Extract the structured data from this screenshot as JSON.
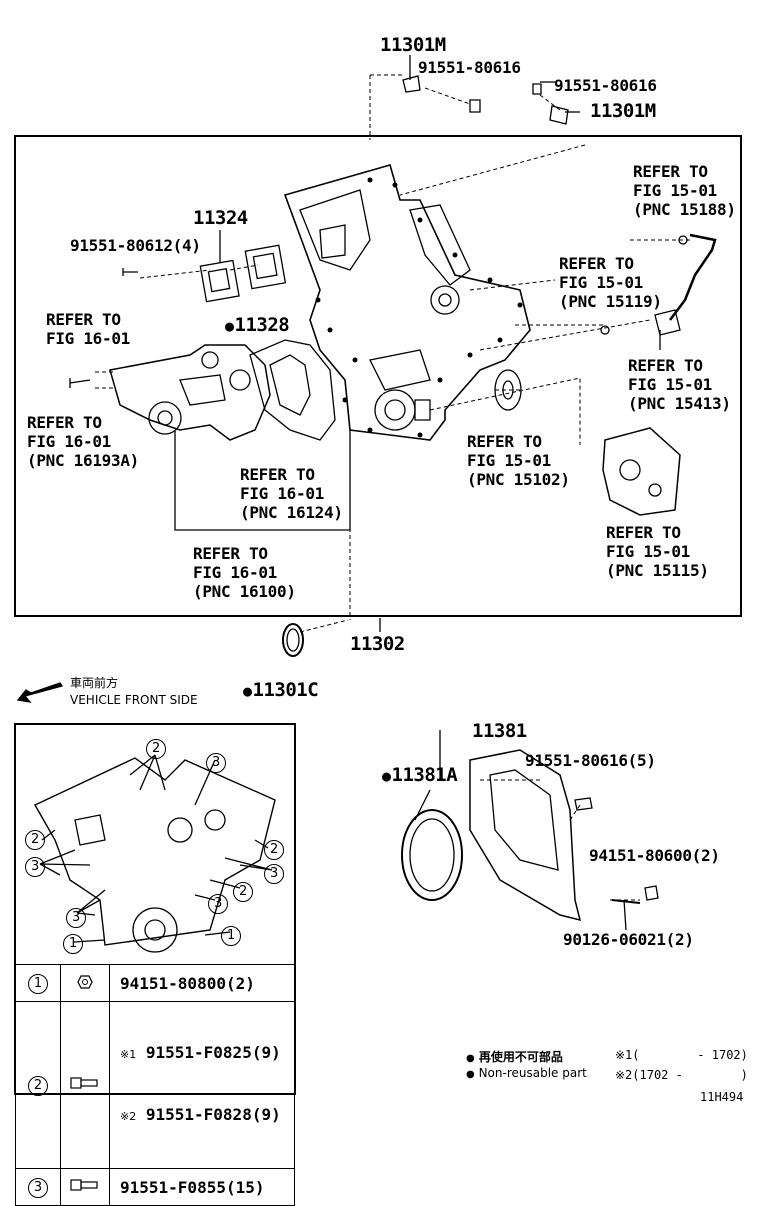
{
  "labels": {
    "p11301m_top": "11301M",
    "p91551_80616_a": "91551-80616",
    "p91551_80616_b": "91551-80616",
    "p11301m_right": "11301M",
    "p11324": "11324",
    "p91551_80612": "91551-80612(4)",
    "p11328": "11328",
    "refer_fig16_a_1": "REFER TO",
    "refer_fig16_a_2": "FIG 16-01",
    "refer_16193_1": "REFER TO",
    "refer_16193_2": "FIG 16-01",
    "refer_16193_3": "(PNC 16193A)",
    "refer_16124_1": "REFER TO",
    "refer_16124_2": "FIG 16-01",
    "refer_16124_3": "(PNC 16124)",
    "refer_16100_1": "REFER TO",
    "refer_16100_2": "FIG 16-01",
    "refer_16100_3": "(PNC 16100)",
    "refer_15188_1": "REFER TO",
    "refer_15188_2": "FIG 15-01",
    "refer_15188_3": "(PNC 15188)",
    "refer_15119_1": "REFER TO",
    "refer_15119_2": "FIG 15-01",
    "refer_15119_3": "(PNC 15119)",
    "refer_15413_1": "REFER TO",
    "refer_15413_2": "FIG 15-01",
    "refer_15413_3": "(PNC 15413)",
    "refer_15102_1": "REFER TO",
    "refer_15102_2": "FIG 15-01",
    "refer_15102_3": "(PNC 15102)",
    "refer_15115_1": "REFER TO",
    "refer_15115_2": "FIG 15-01",
    "refer_15115_3": "(PNC 15115)",
    "p11302": "11302",
    "p11301c": "11301C",
    "front_jp": "車両前方",
    "front_en": "VEHICLE FRONT SIDE",
    "p11381": "11381",
    "p11381a": "11381A",
    "p91551_80616_5": "91551-80616(5)",
    "p94151_80600": "94151-80600(2)",
    "p90126_06021": "90126-06021(2)",
    "footer_jp": "再使用不可部品",
    "footer_en": "Non-reusable part",
    "note1_mark": "※1",
    "note1_range": "(        - 1702)",
    "note2_mark": "※2",
    "note2_range": "(1702 -        )",
    "figure_code": "11H494"
  },
  "callouts": [
    "1",
    "2",
    "3"
  ],
  "legend": [
    {
      "num": "1",
      "part": "94151-80800(2)"
    },
    {
      "num": "2",
      "mark1": "※1",
      "part1": "91551-F0825(9)",
      "mark2": "※2",
      "part2": "91551-F0828(9)"
    },
    {
      "num": "3",
      "part": "91551-F0855(15)"
    }
  ]
}
